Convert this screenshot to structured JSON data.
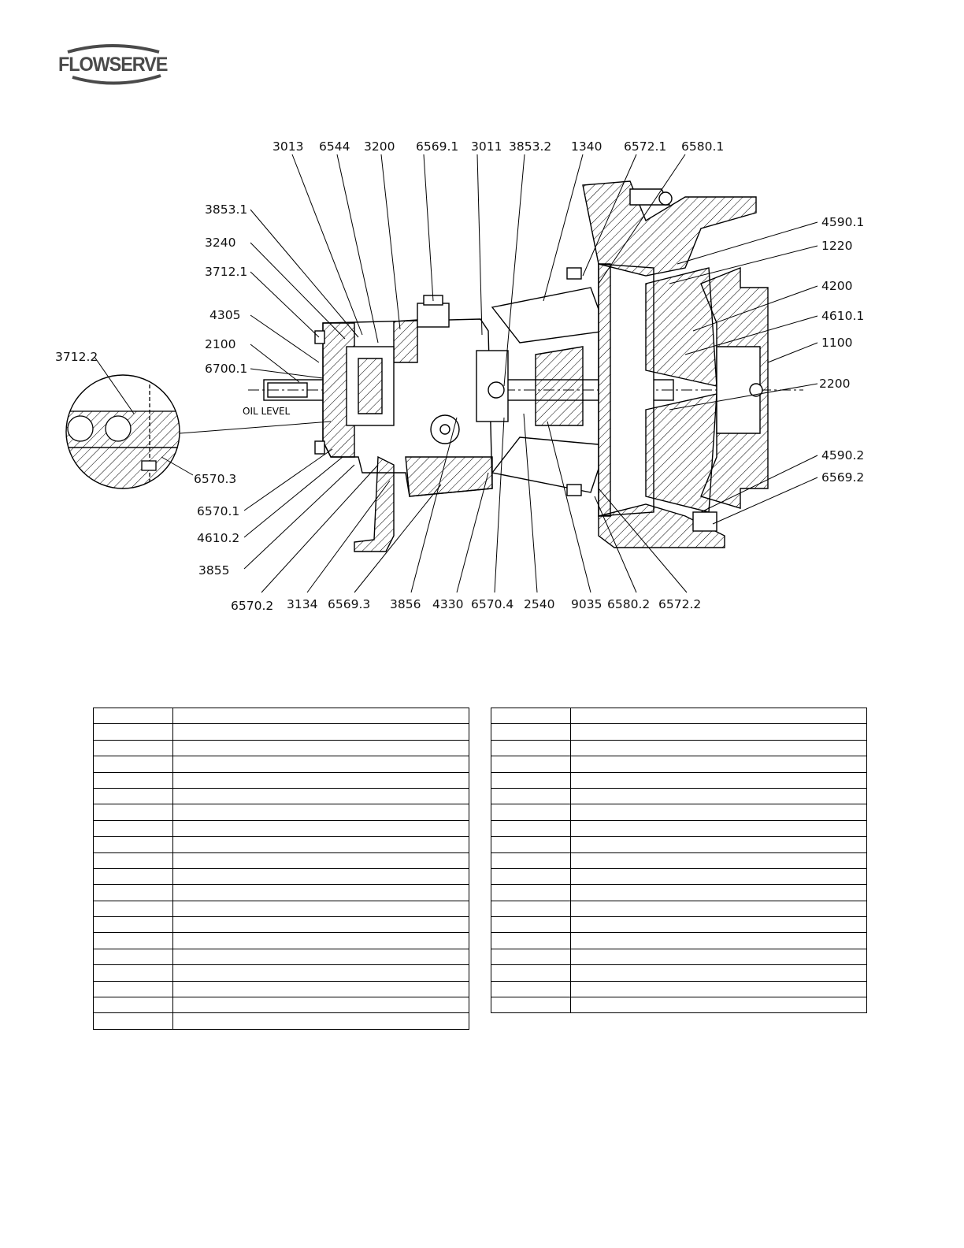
{
  "brand": {
    "name": "FLOWSERVE"
  },
  "drawing": {
    "oil_level_label": "OIL LEVEL",
    "callouts": {
      "top": [
        "3013",
        "6544",
        "3200",
        "6569.1",
        "3011",
        "3853.2",
        "1340",
        "6572.1",
        "6580.1"
      ],
      "left": [
        "3853.1",
        "3240",
        "3712.1",
        "4305",
        "2100",
        "6700.1"
      ],
      "detail": [
        "3712.2",
        "6570.3"
      ],
      "left_lower": [
        "6570.1",
        "4610.2",
        "3855"
      ],
      "right": [
        "4590.1",
        "1220",
        "4200",
        "4610.1",
        "1100",
        "2200",
        "4590.2",
        "6569.2"
      ],
      "bottom": [
        "6570.2",
        "3134",
        "6569.3",
        "3856",
        "4330",
        "6570.4",
        "2540",
        "9035",
        "6580.2",
        "6572.2"
      ]
    }
  },
  "table_left": {
    "rows": [
      [
        "",
        ""
      ],
      [
        "",
        ""
      ],
      [
        "",
        ""
      ],
      [
        "",
        ""
      ],
      [
        "",
        ""
      ],
      [
        "",
        ""
      ],
      [
        "",
        ""
      ],
      [
        "",
        ""
      ],
      [
        "",
        ""
      ],
      [
        "",
        ""
      ],
      [
        "",
        ""
      ],
      [
        "",
        ""
      ],
      [
        "",
        ""
      ],
      [
        "",
        ""
      ],
      [
        "",
        ""
      ],
      [
        "",
        ""
      ],
      [
        "",
        ""
      ],
      [
        "",
        ""
      ],
      [
        "",
        ""
      ],
      [
        "",
        ""
      ]
    ]
  },
  "table_right": {
    "rows": [
      [
        "",
        ""
      ],
      [
        "",
        ""
      ],
      [
        "",
        ""
      ],
      [
        "",
        ""
      ],
      [
        "",
        ""
      ],
      [
        "",
        ""
      ],
      [
        "",
        ""
      ],
      [
        "",
        ""
      ],
      [
        "",
        ""
      ],
      [
        "",
        ""
      ],
      [
        "",
        ""
      ],
      [
        "",
        ""
      ],
      [
        "",
        ""
      ],
      [
        "",
        ""
      ],
      [
        "",
        ""
      ],
      [
        "",
        ""
      ],
      [
        "",
        ""
      ],
      [
        "",
        ""
      ],
      [
        "",
        ""
      ]
    ]
  }
}
